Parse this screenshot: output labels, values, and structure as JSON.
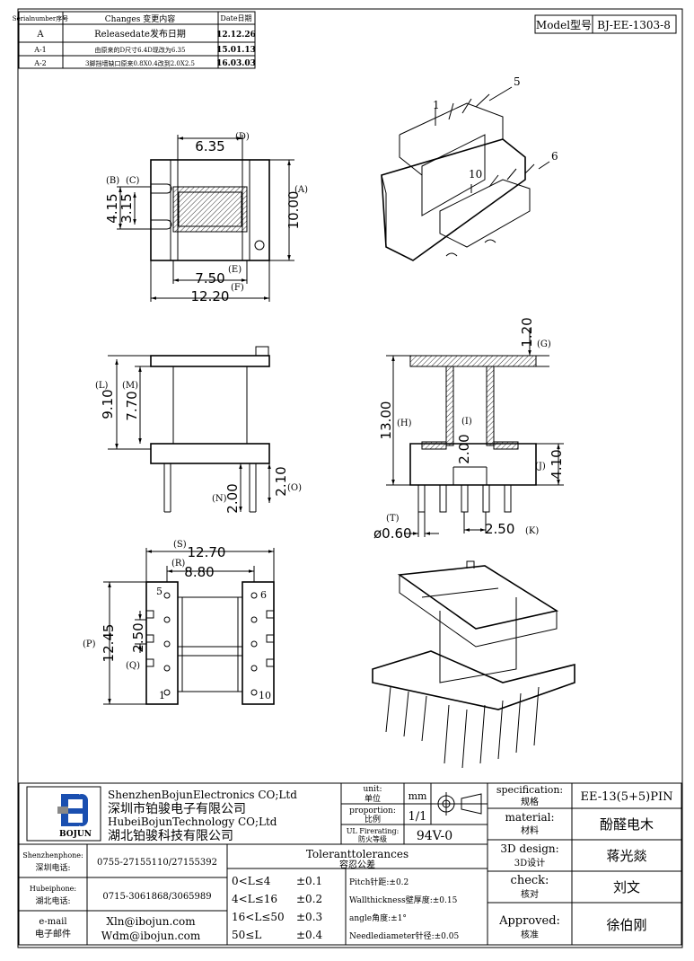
{
  "revision_table": {
    "headers": [
      "Serialnumber序号",
      "Changes 变更内容",
      "Date日期"
    ],
    "rows": [
      [
        "A",
        "Releasedate发布日期",
        "12.12.26"
      ],
      [
        "A-1",
        "由原来的D尺寸6.4D现改为6.35",
        "15.01.13"
      ],
      [
        "A-2",
        "3脚挡墙缺口原来0.8X0.4改到2.0X2.5",
        "16.03.03"
      ]
    ]
  },
  "model": {
    "label": "Model型号",
    "value": "BJ-EE-1303-8"
  },
  "top_view": {
    "dims": {
      "d": "6.35",
      "d_tag": "(D)",
      "a": "10.00",
      "a_tag": "(A)",
      "b": "4.15",
      "b_tag": "(B)",
      "c": "3.15",
      "c_tag": "(C)",
      "e": "7.50",
      "e_tag": "(E)",
      "f": "12.20",
      "f_tag": "(F)"
    }
  },
  "iso_top": {
    "pin1": "1",
    "pin5": "5",
    "pin6": "6",
    "pin10": "10"
  },
  "side_view": {
    "dims": {
      "l": "9.10",
      "l_tag": "(L)",
      "m": "7.70",
      "m_tag": "(M)",
      "n": "2.00",
      "n_tag": "(N)",
      "o": "2.10",
      "o_tag": "(O)"
    }
  },
  "section_view": {
    "dims": {
      "g": "1.20",
      "g_tag": "(G)",
      "h": "13.00",
      "h_tag": "(H)",
      "i": "2.00",
      "i_tag": "(I)",
      "j": "4.10",
      "j_tag": "(J)",
      "t": "ø0.60",
      "t_tag": "(T)",
      "k": "2.50",
      "k_tag": "(K)"
    }
  },
  "bottom_view": {
    "dims": {
      "s": "12.70",
      "s_tag": "(S)",
      "r": "8.80",
      "r_tag": "(R)",
      "p": "12.45",
      "p_tag": "(P)",
      "q": "2.50",
      "q_tag": "(Q)"
    },
    "pins": {
      "p5": "5",
      "p6": "6",
      "p1": "1",
      "p10": "10"
    }
  },
  "title_block": {
    "company_en_1": "ShenzhenBojunElectronics CO;Ltd",
    "company_cn_1": "深圳市铂骏电子有限公司",
    "company_en_2": "HubeiBojunTechnology CO;Ltd",
    "company_cn_2": "湖北铂骏科技有限公司",
    "logo_text": "BOJUN",
    "unit_label": "unit:",
    "unit_cn": "单位",
    "unit_value": "mm",
    "proportion_label": "proportion:",
    "proportion_cn": "比例",
    "proportion_value": "1/1",
    "ul_label": "UL Firerating:",
    "ul_cn": "防火等级",
    "ul_value": "94V-0",
    "spec_label": "specification:",
    "spec_cn": "规格",
    "spec_value": "EE-13(5+5)PIN",
    "material_label": "material:",
    "material_cn": "材料",
    "material_value": "酚醛电木",
    "design_label": "3D design:",
    "design_cn": "3D设计",
    "design_value": "蒋光燚",
    "check_label": "check:",
    "check_cn": "核对",
    "check_value": "刘文",
    "approved_label": "Approved:",
    "approved_cn": "核准",
    "approved_value": "徐伯刚",
    "sz_phone_label": "Shenzhenphone:",
    "sz_phone_cn": "深圳电话:",
    "sz_phone": "0755-27155110/27155392",
    "hb_phone_label": "Hubeiphone:",
    "hb_phone_cn": "湖北电话:",
    "hb_phone": "0715-3061868/3065989",
    "email_label": "e-mail",
    "email_cn": "电子邮件",
    "email_1": "Xln@ibojun.com",
    "email_2": "Wdm@ibojun.com",
    "tol_title": "Toleranttolerances",
    "tol_cn": "容忍公差",
    "tol_rows": [
      [
        "0<L≤4",
        "±0.1"
      ],
      [
        "4<L≤16",
        "±0.2"
      ],
      [
        "16<L≤50",
        "±0.3"
      ],
      [
        "50≤L",
        "±0.4"
      ]
    ],
    "pitch": "Pitch针距:±0.2",
    "wall": "Wallthickness壁厚度:±0.15",
    "angle": "angle角度:±1°",
    "needle": "Needlediameter针径:±0.05"
  }
}
